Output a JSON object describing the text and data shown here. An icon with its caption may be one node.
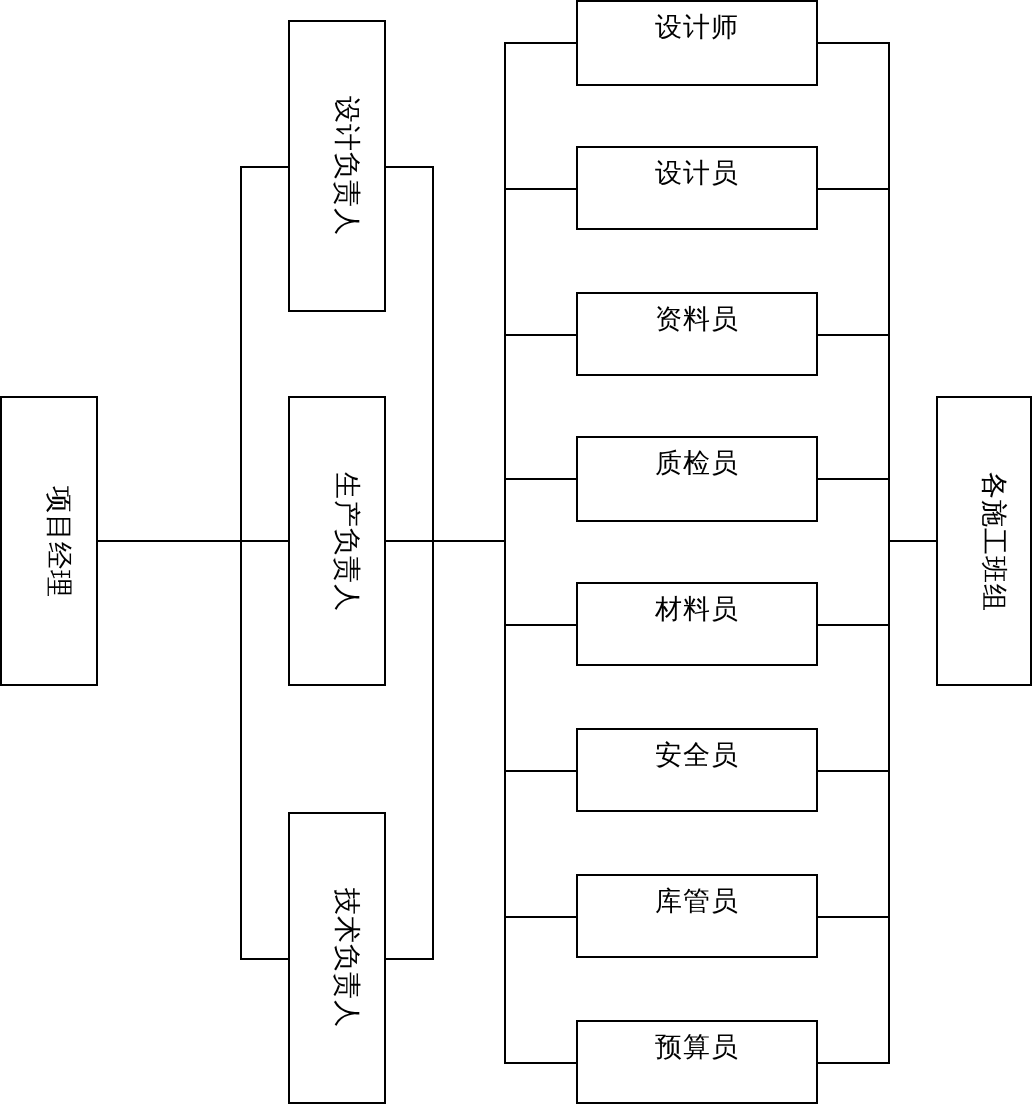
{
  "diagram": {
    "nodes": [
      {
        "text": [
          "项目经理"
        ]
      },
      {
        "text": [
          "设计负责人"
        ]
      },
      {
        "text": [
          "生产负责人"
        ]
      },
      {
        "text": [
          "技术负责人"
        ]
      },
      {
        "text": [
          "设计师"
        ]
      },
      {
        "text": [
          "设计员"
        ]
      },
      {
        "text": [
          "资料员"
        ]
      },
      {
        "text": [
          "质检员"
        ]
      },
      {
        "text": [
          "材料员"
        ]
      },
      {
        "text": [
          "安全员"
        ]
      },
      {
        "text": [
          "库管员"
        ]
      },
      {
        "text": [
          "预算员"
        ]
      },
      {
        "text": [
          "各施工班组"
        ]
      }
    ],
    "edges": [
      {
        "from": 0,
        "to": 1,
        "arrow": "none"
      },
      {
        "from": 0,
        "to": 2,
        "arrow": "none"
      },
      {
        "from": 0,
        "to": 3,
        "arrow": "none"
      },
      {
        "from": 1,
        "to": 4,
        "arrow": "none"
      },
      {
        "from": 1,
        "to": 5,
        "arrow": "none"
      },
      {
        "from": 1,
        "to": 6,
        "arrow": "none"
      },
      {
        "from": 1,
        "to": 7,
        "arrow": "none"
      },
      {
        "from": 1,
        "to": 8,
        "arrow": "none"
      },
      {
        "from": 1,
        "to": 9,
        "arrow": "none"
      },
      {
        "from": 1,
        "to": 10,
        "arrow": "none"
      },
      {
        "from": 1,
        "to": 11,
        "arrow": "none"
      },
      {
        "from": 2,
        "to": 4,
        "arrow": "none"
      },
      {
        "from": 2,
        "to": 5,
        "arrow": "none"
      },
      {
        "from": 2,
        "to": 6,
        "arrow": "none"
      },
      {
        "from": 2,
        "to": 7,
        "arrow": "none"
      },
      {
        "from": 2,
        "to": 8,
        "arrow": "none"
      },
      {
        "from": 2,
        "to": 9,
        "arrow": "none"
      },
      {
        "from": 2,
        "to": 10,
        "arrow": "none"
      },
      {
        "from": 2,
        "to": 11,
        "arrow": "none"
      },
      {
        "from": 3,
        "to": 4,
        "arrow": "none"
      },
      {
        "from": 3,
        "to": 5,
        "arrow": "none"
      },
      {
        "from": 3,
        "to": 6,
        "arrow": "none"
      },
      {
        "from": 3,
        "to": 7,
        "arrow": "none"
      },
      {
        "from": 3,
        "to": 8,
        "arrow": "none"
      },
      {
        "from": 3,
        "to": 9,
        "arrow": "none"
      },
      {
        "from": 3,
        "to": 10,
        "arrow": "none"
      },
      {
        "from": 3,
        "to": 11,
        "arrow": "none"
      },
      {
        "from": 4,
        "to": 12,
        "arrow": "none"
      },
      {
        "from": 5,
        "to": 12,
        "arrow": "none"
      },
      {
        "from": 6,
        "to": 12,
        "arrow": "none"
      },
      {
        "from": 7,
        "to": 12,
        "arrow": "none"
      },
      {
        "from": 8,
        "to": 12,
        "arrow": "none"
      },
      {
        "from": 9,
        "to": 12,
        "arrow": "none"
      },
      {
        "from": 10,
        "to": 12,
        "arrow": "none"
      },
      {
        "from": 11,
        "to": 12,
        "arrow": "none"
      }
    ]
  }
}
